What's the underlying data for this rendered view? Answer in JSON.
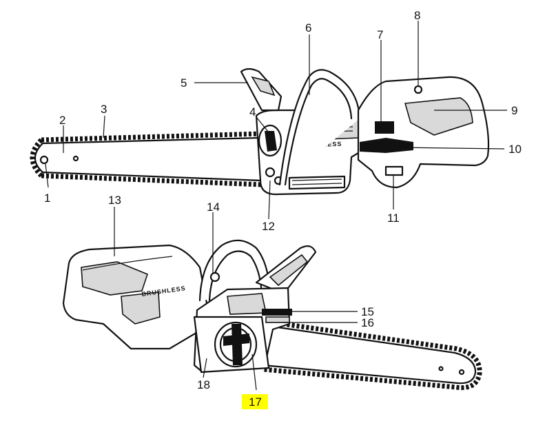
{
  "figure": {
    "brand_mark": "BRUSHLESS",
    "highlight_color": "#ffff00",
    "callouts": [
      "1",
      "2",
      "3",
      "4",
      "5",
      "6",
      "7",
      "8",
      "9",
      "10",
      "11",
      "12",
      "13",
      "14",
      "15",
      "16",
      "17",
      "18"
    ],
    "highlighted_callout": "17"
  }
}
